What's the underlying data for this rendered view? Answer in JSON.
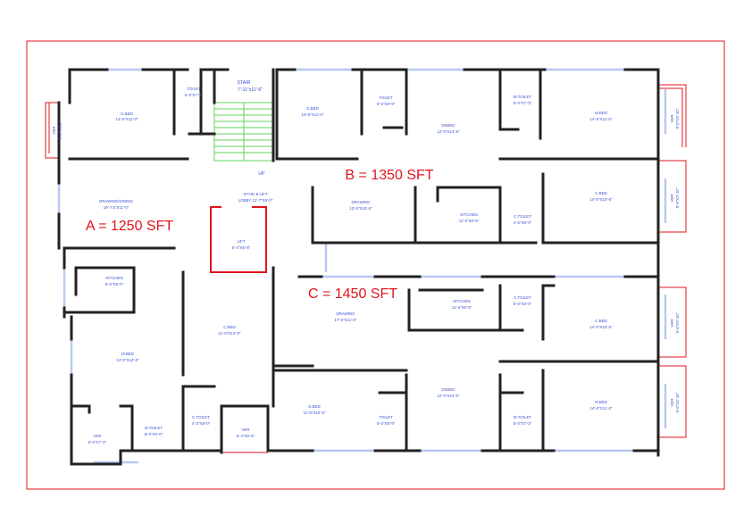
{
  "units": {
    "a": "A = 1250 SFT",
    "b": "B = 1350 SFT",
    "c": "C = 1450 SFT"
  },
  "rooms": {
    "stair": {
      "name": "STAIR",
      "dim": "7'-11\"x11'-6\""
    },
    "up": {
      "name": "UP"
    },
    "stair_lobby": {
      "name": "STAIR & LIFT",
      "dim": "LOBBY 12'-7\"X6'-0\""
    },
    "lift": {
      "name": "LIFT",
      "dim": "6'-4\"X6'-8\""
    },
    "a_gbed": {
      "name": "G.BED",
      "dim": "12'-6\"X11'-0\""
    },
    "a_toilet": {
      "name": "TOILET",
      "dim": "5'-0\"X7'-4\""
    },
    "a_ver_top": {
      "name": "VER",
      "dim": "5'-0\"X3'-0\""
    },
    "a_drawing": {
      "name": "DRAWING/DINING",
      "dim": "19'-7.5\"X11'-0\""
    },
    "a_kitchen": {
      "name": "KITCHEN",
      "dim": "8'-6\"X8'-0\""
    },
    "a_mbed": {
      "name": "M.BED",
      "dim": "14'-0\"X12'-0\""
    },
    "a_ver_bottom": {
      "name": "VER",
      "dim": "6'-0\"X7'-0\""
    },
    "a_mtoilet": {
      "name": "M.TOILET",
      "dim": "8'-0\"X5'-0\""
    },
    "a_ctoilet": {
      "name": "C.TOILET",
      "dim": "4'-3\"X8'-0\""
    },
    "a_ver_mid": {
      "name": "VER",
      "dim": "6'-4\"X5'-6\""
    },
    "a_cbed": {
      "name": "C.BED",
      "dim": "11'-0\"X14'-0\""
    },
    "b_gbed": {
      "name": "G.BED",
      "dim": "10'-9\"X11'-0\""
    },
    "b_toilet": {
      "name": "TOILET",
      "dim": "5'-0\"X8'-9\""
    },
    "b_dining": {
      "name": "DINING",
      "dim": "12'-0\"X14'-8\""
    },
    "b_mtoilet": {
      "name": "M.TOILET",
      "dim": "5'-0\"X7'-3\""
    },
    "b_mbed": {
      "name": "M.BED",
      "dim": "14'-0\"X11'-0\""
    },
    "b_ver_top": {
      "name": "VER",
      "dim": "9'-6\"X3'-10\""
    },
    "b_drawing": {
      "name": "DRAWING",
      "dim": "13'-0\"X10'-6\""
    },
    "b_kitchen": {
      "name": "KITCHEN",
      "dim": "11'-0\"X8'-9\""
    },
    "b_ctoilet": {
      "name": "C.TOILET",
      "dim": "4'-6\"X8'-0\""
    },
    "b_cbed": {
      "name": "C.BED",
      "dim": "14'-0\"X10'-6\""
    },
    "b_ver_mid": {
      "name": "VER",
      "dim": "9'-6\"X3'-10\""
    },
    "c_drawing": {
      "name": "DRAWING",
      "dim": "17'-0\"X11'-0\""
    },
    "c_kitchen": {
      "name": "KITCHEN",
      "dim": "11'-6\"X8'-9\""
    },
    "c_ctoilet_top": {
      "name": "C.TOILET",
      "dim": "5'-0\"X8'-0\""
    },
    "c_cbed": {
      "name": "C.BED",
      "dim": "14'-0\"X10'-6\""
    },
    "c_ver_mid": {
      "name": "VER",
      "dim": "9'-6\"X3'-10\""
    },
    "c_gbed": {
      "name": "G.BED",
      "dim": "11'-6\"X10'-6\""
    },
    "c_toilet": {
      "name": "TOILET",
      "dim": "5'-0\"X8'-9\""
    },
    "c_dining": {
      "name": "DINING",
      "dim": "12'-0\"X14'-0\""
    },
    "c_mtoilet": {
      "name": "M.TOILET",
      "dim": "5'-0\"X7'-3\""
    },
    "c_mbed": {
      "name": "M.BED",
      "dim": "14'-0\"X11'-0\""
    },
    "c_ver_bottom": {
      "name": "VER",
      "dim": "9'-6\"X3'-10\""
    }
  }
}
